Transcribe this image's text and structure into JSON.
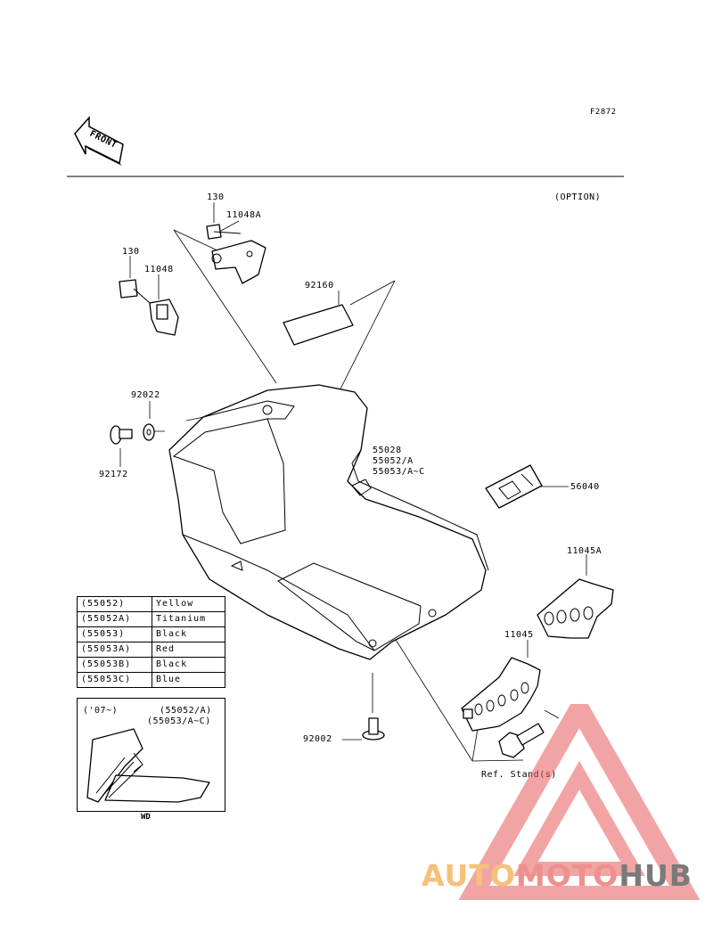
{
  "ref_code": "F2872",
  "front_label": "FRONT",
  "option_note": "(OPTION)",
  "parts": {
    "p130a": "130",
    "p11048A": "11048A",
    "p130b": "130",
    "p11048": "11048",
    "p92160": "92160",
    "p92022": "92022",
    "p92172": "92172",
    "p55028": "55028",
    "p55052A": "55052/A",
    "p55053AC": "55053/A~C",
    "p56040": "56040",
    "p11045A": "11045A",
    "p11045": "11045",
    "p92002": "92002",
    "ref_stand": "Ref. Stand(s)"
  },
  "color_table": [
    {
      "code": "(55052)",
      "color": "Yellow"
    },
    {
      "code": "(55052A)",
      "color": "Titanium"
    },
    {
      "code": "(55053)",
      "color": "Black"
    },
    {
      "code": "(55053A)",
      "color": "Red"
    },
    {
      "code": "(55053B)",
      "color": "Black"
    },
    {
      "code": "(55053C)",
      "color": "Blue"
    }
  ],
  "inset": {
    "year": "('07~)",
    "part_line1": "(55052/A)",
    "part_line2": "(55053/A~C)",
    "caption": "WD"
  },
  "watermark": {
    "part1": "AUTO",
    "part2": "MOTO",
    "part3": "HUB",
    "colors": {
      "auto": "#f5c07a",
      "moto": "#ef8f8f",
      "hub": "#7a7a7a",
      "triangle": "#e85a5a"
    }
  }
}
